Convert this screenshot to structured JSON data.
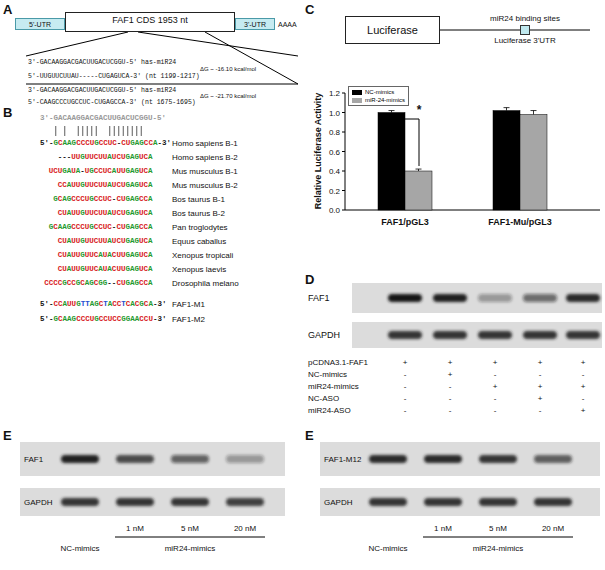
{
  "diagram": {
    "nodes": [
      {
        "text": [
          "5'-UTR"
        ]
      },
      {
        "text": [
          "FAF1 CDS 1953 nt"
        ]
      },
      {
        "text": [
          "3'-UTR"
        ]
      },
      {
        "text": [
          "Luciferase"
        ]
      },
      {
        "text": [
          "miR24 binding sites",
          "Luciferase 3'UTR"
        ]
      }
    ],
    "labels": [
      "A",
      "AAAA",
      "3'-GACAAGGACGACUUGACUCGGU-5' has-miR24",
      "5'-UUGUUCUUAU-----CUGAGUCA-3' (nt 1199-1217)",
      "ΔG ~ -16.10 kcal/mol",
      "3'-GACAAGGACGACUUGACUCGGU-5' has-miR24",
      "5'-CAAGCCCUGCCUC-CUGAGCCA-3' (nt 1675-1695)",
      "ΔG ~ -21.70 kcal/mol",
      "B",
      "3'-GACAAGGACGACUUGACUCGGU-5'",
      "5'-GCAAGCCCUGCCUC-CUGAGCCA-3'",
      "Homo sapiens B-1",
      "---UUGUUCUUAUCUGAGUCA",
      "Homo sapiens B-2",
      "UCUGAUA-UGCCUCAUUGAGUCA",
      "Mus musculus B-1",
      "CCAUUGUUCUUAUCUGAGUCA",
      "Mus musculus B-2",
      "GCAGCCCUGCCUC-CUGAGCCA",
      "Bos taurus B-1",
      "CUAUUGUUCUUAUCUGAGUCA",
      "Bos taurus B-2",
      "GCAAGCCCUGCCUC-CUGAGCCA",
      "Pan troglodytes",
      "CUAUUGUUCUUAUCUGAGUCA",
      "Equus caballus",
      "CUAUUGUUCAUACUUGAGUCA",
      "Xenopus tropicali",
      "CUAUUGUUCAUACUUGAGUCA",
      "Xenopus laevis",
      "CCCCGCCGCAGCGG--CUGAGCCA",
      "Drosophila melano",
      "5'-CCAUUGTTAGCTACCTCACGCA-3'",
      "FAF1-M1",
      "5'-GCAAGCCCUGCCUCCGGAACCU-3'",
      "FAF1-M2",
      "C",
      "Relative Luciferase Activity",
      "0.0",
      "0.2",
      "0.4",
      "0.6",
      "0.8",
      "1.0",
      "1.2",
      "*",
      "FAF1/pGL3",
      "FAF1-Mu/pGL3",
      "D",
      "FAF1",
      "GAPDH",
      "pCDNA3.1-FAF1",
      "+",
      "+",
      "+",
      "+",
      "+",
      "NC-mimics",
      "-",
      "+",
      "-",
      "-",
      "-",
      "miR24-mimics",
      "-",
      "-",
      "+",
      "+",
      "+",
      "NC-ASO",
      "-",
      "-",
      "-",
      "+",
      "-",
      "miR24-ASO",
      "-",
      "-",
      "-",
      "-",
      "+",
      "E",
      "FAF1",
      "GAPDH",
      "1 nM",
      "5 nM",
      "20 nM",
      "NC-mimics",
      "miR24-mimics",
      "E",
      "FAF1-M12",
      "GAPDH",
      "1 nM",
      "5 nM",
      "20 nM",
      "NC-mimics",
      "miR24-mimics"
    ],
    "legend": [
      {
        "text": "NC-mimics",
        "color": "#000000"
      },
      {
        "text": "miR-24-mimics",
        "color": "#a6a6a6"
      }
    ]
  }
}
